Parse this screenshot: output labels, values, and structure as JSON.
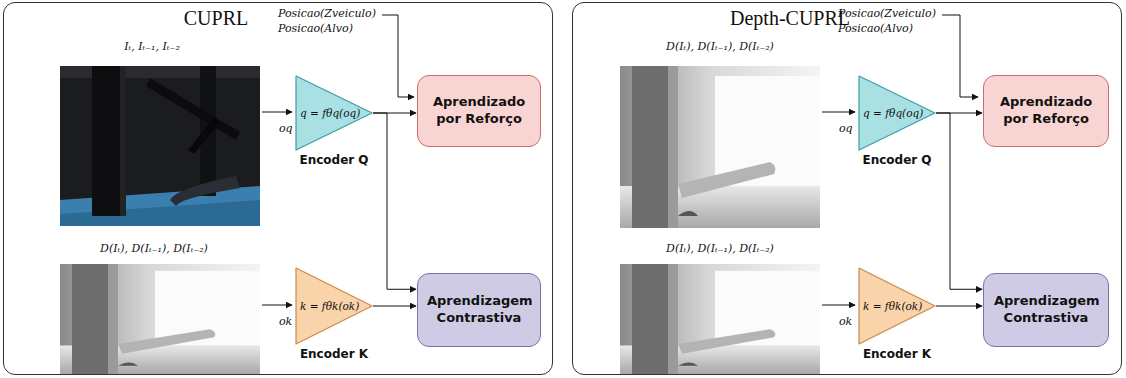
{
  "diagram": {
    "nodes": [
      {
        "text": [
          "CUPRL"
        ]
      },
      {
        "text": [
          "q = fθq(oq)",
          "Encoder Q"
        ],
        "in": 0
      },
      {
        "text": [
          "k = fθk(ok)",
          "Encoder K"
        ],
        "in": 0
      },
      {
        "text": [
          "Aprendizado por Reforço"
        ],
        "in": 0
      },
      {
        "text": [
          "Aprendizagem Contrastiva"
        ],
        "in": 0
      },
      {
        "text": [
          "Depth-CUPRL"
        ]
      },
      {
        "text": [
          "q = fθq(oq)",
          "Encoder Q"
        ],
        "in": 5
      },
      {
        "text": [
          "k = fθk(ok)",
          "Encoder K"
        ],
        "in": 5
      },
      {
        "text": [
          "Aprendizado por Reforço"
        ],
        "in": 5
      },
      {
        "text": [
          "Aprendizagem Contrastiva"
        ],
        "in": 5
      }
    ],
    "edges": [
      {
        "from": 1,
        "to": 3,
        "arrow": "to"
      },
      {
        "from": 1,
        "to": 4,
        "arrow": "to"
      },
      {
        "from": 2,
        "to": 4,
        "arrow": "to"
      },
      {
        "from": 6,
        "to": 8,
        "arrow": "to"
      },
      {
        "from": 6,
        "to": 9,
        "arrow": "to"
      },
      {
        "from": 7,
        "to": 9,
        "arrow": "to"
      }
    ],
    "labels": [
      "Posicao(Zveiculo)",
      "Posicao(Alvo)",
      "Iₜ, Iₜ₋₁, Iₜ₋₂",
      "oq",
      "D(Iₜ), D(Iₜ₋₁), D(Iₜ₋₂)",
      "ok",
      "Posicao(Zveiculo)",
      "Posicao(Alvo)",
      "D(Iₜ), D(Iₜ₋₁), D(Iₜ₋₂)",
      "oq",
      "D(Iₜ), D(Iₜ₋₁), D(Iₜ₋₂)",
      "ok"
    ]
  }
}
